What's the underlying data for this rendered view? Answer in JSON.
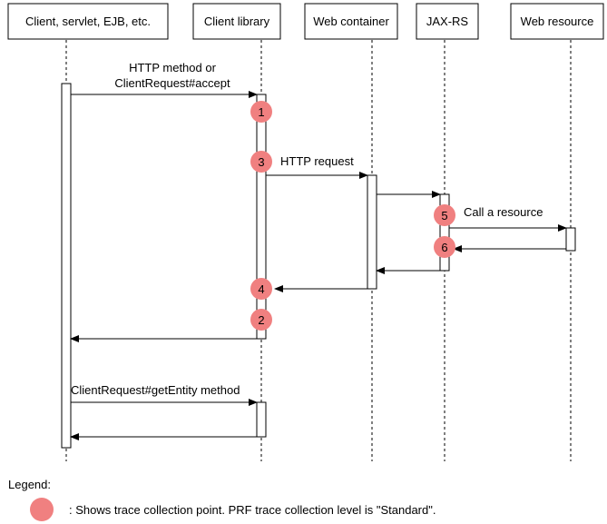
{
  "participants": [
    "Client, servlet, EJB, etc.",
    "Client library",
    "Web container",
    "JAX-RS",
    "Web resource"
  ],
  "messages": {
    "http_method_line1": "HTTP method or",
    "http_method_line2": "ClientRequest#accept",
    "http_request": "HTTP request",
    "call_resource": "Call a resource",
    "get_entity": "ClientRequest#getEntity method"
  },
  "trace_points": {
    "p1": "1",
    "p2": "2",
    "p3": "3",
    "p4": "4",
    "p5": "5",
    "p6": "6"
  },
  "legend": {
    "title": "Legend:",
    "description": ": Shows trace collection point. PRF trace collection level is \"Standard\"."
  },
  "colors": {
    "trace_point": "#f08080",
    "line": "#000000"
  }
}
